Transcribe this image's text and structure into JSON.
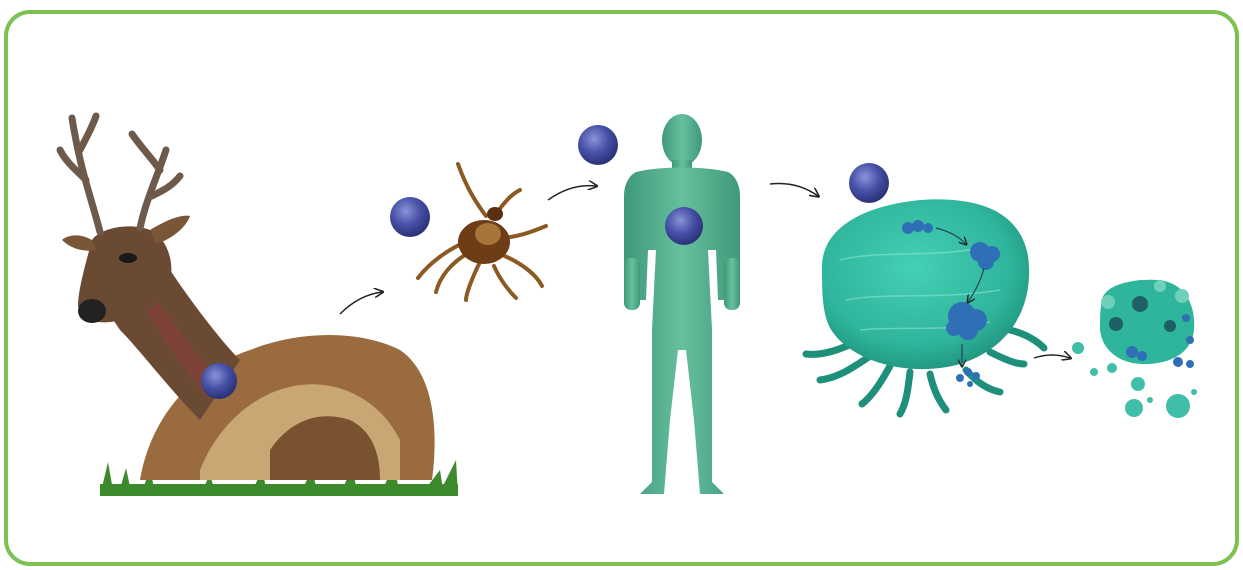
{
  "diagram": {
    "type": "transmission-cycle-illustration",
    "stages": [
      {
        "id": "deer-host",
        "icon": "deer-icon"
      },
      {
        "id": "tick-vector",
        "icon": "tick-icon"
      },
      {
        "id": "human-host",
        "icon": "human-body-icon"
      },
      {
        "id": "infected-cell",
        "icon": "cell-icon"
      },
      {
        "id": "ruptured-cell",
        "icon": "ruptured-cell-icon"
      }
    ],
    "arrows": [
      {
        "from": "deer-host",
        "to": "tick-vector"
      },
      {
        "from": "tick-vector",
        "to": "human-host"
      },
      {
        "from": "human-host",
        "to": "infected-cell"
      },
      {
        "from": "infected-cell",
        "to": "ruptured-cell"
      }
    ],
    "pathogen_count": 5
  },
  "colors": {
    "frame": "#7cc152",
    "pathogen": "#4650a6",
    "pathogen_highlight": "#8a93d8",
    "human": "#56b08f",
    "cell": "#2fb59b",
    "cell_dark": "#1e8f7b",
    "tick": "#8a5a22",
    "deer": "#6b4a34",
    "grass": "#3c8a2c",
    "organelle": "#2f6fb6"
  }
}
